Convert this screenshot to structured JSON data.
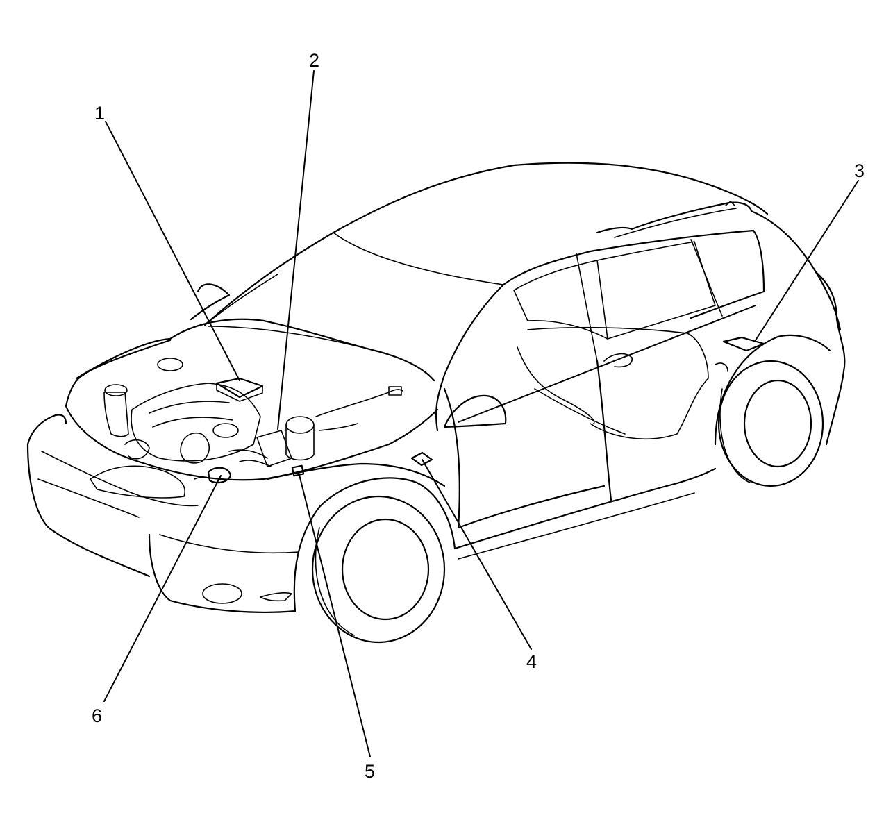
{
  "diagram": {
    "callouts": [
      {
        "id": "1",
        "label": "1"
      },
      {
        "id": "2",
        "label": "2"
      },
      {
        "id": "3",
        "label": "3"
      },
      {
        "id": "4",
        "label": "4"
      },
      {
        "id": "5",
        "label": "5"
      },
      {
        "id": "6",
        "label": "6"
      }
    ],
    "stroke_color": "#000000",
    "background_color": "#ffffff"
  }
}
